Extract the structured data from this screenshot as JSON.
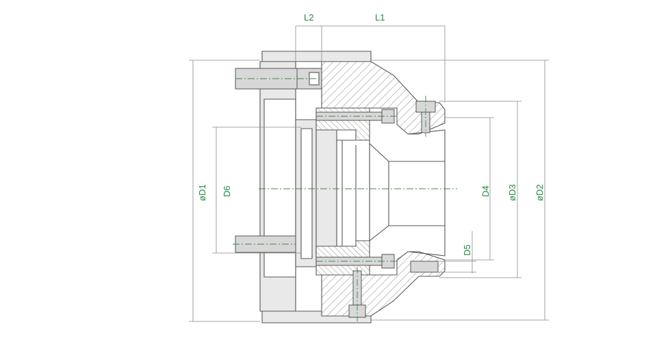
{
  "dimensions": {
    "L2": "L2",
    "L1": "L1",
    "D1": "øD1",
    "D6": "D6",
    "D4": "D4",
    "D3": "øD3",
    "D2": "øD2",
    "D5": "D5"
  },
  "colors": {
    "label": "#1f8a3c",
    "centerline": "#3a8a4a",
    "outline": "#555555"
  }
}
